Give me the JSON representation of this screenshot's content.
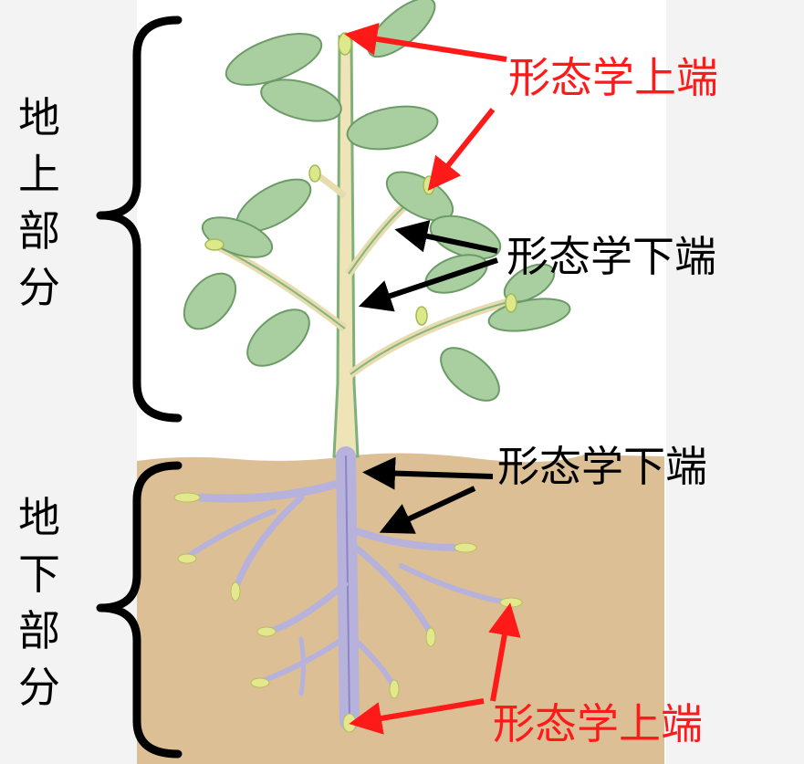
{
  "labels": {
    "top_red": "形态学上端",
    "upper_black": "形态学下端",
    "lower_black": "形态学下端",
    "bottom_red": "形态学上端",
    "above_ground": [
      "地",
      "上",
      "部",
      "分"
    ],
    "below_ground": [
      "地",
      "下",
      "部",
      "分"
    ]
  },
  "colors": {
    "red_label": "#ff1a1a",
    "black_label": "#000000",
    "soil": "#dcbf95",
    "leaf": "#a9cfa0",
    "stem": "#e8e0b0",
    "root": "#b7b2dc"
  }
}
